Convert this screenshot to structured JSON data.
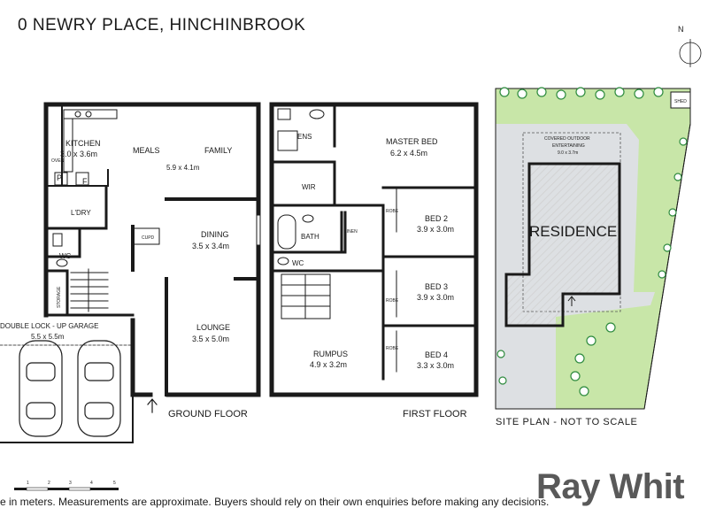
{
  "title": "0 NEWRY PLACE, HINCHINBROOK",
  "ground_floor": {
    "label": "GROUND FLOOR",
    "rooms": {
      "kitchen": "KITCHEN",
      "kitchen_size": "3.0 x 3.6m",
      "meals": "MEALS",
      "family": "FAMILY",
      "meals_family_size": "5.9 x 4.1m",
      "dining": "DINING",
      "dining_size": "3.5 x 3.4m",
      "lounge": "LOUNGE",
      "lounge_size": "3.5 x 5.0m",
      "laundry": "L'DRY",
      "wc": "WC",
      "storage": "STORAGE",
      "pantry": "P",
      "fridge": "F",
      "cupd": "CUPD",
      "oven": "OVEN",
      "garage": "DOUBLE LOCK - UP GARAGE",
      "garage_size": "5.5 x 5.5m"
    }
  },
  "first_floor": {
    "label": "FIRST FLOOR",
    "rooms": {
      "ens": "ENS",
      "master_bed": "MASTER BED",
      "master_bed_size": "6.2 x 4.5m",
      "wir": "WIR",
      "bath": "BATH",
      "linen": "LINEN",
      "wc": "WC",
      "robe": "ROBE",
      "bed2": "BED 2",
      "bed2_size": "3.9 x 3.0m",
      "bed3": "BED 3",
      "bed3_size": "3.9 x 3.0m",
      "bed4": "BED 4",
      "bed4_size": "3.3 x 3.0m",
      "rumpus": "RUMPUS",
      "rumpus_size": "4.9 x 3.2m"
    }
  },
  "site_plan": {
    "caption": "SITE PLAN - NOT TO SCALE",
    "residence": "RESIDENCE",
    "covered_outdoor": "COVERED OUTDOOR",
    "entertaining": "ENTERTAINING",
    "covered_size": "9.0 x 3.7m",
    "shed": "SHED",
    "north": "N"
  },
  "scale_bar": {
    "ticks": [
      "1",
      "2",
      "3",
      "4",
      "5"
    ]
  },
  "disclaimer": "e in meters. Measurements are approximate. Buyers should rely on their own enquiries before making any decisions.",
  "brand": "Ray Whit",
  "colors": {
    "wall": "#1a1a1a",
    "grass": "#c8e6a8",
    "paving": "#dde0e3",
    "brand": "#595959",
    "tree": "#2e8b3e"
  }
}
